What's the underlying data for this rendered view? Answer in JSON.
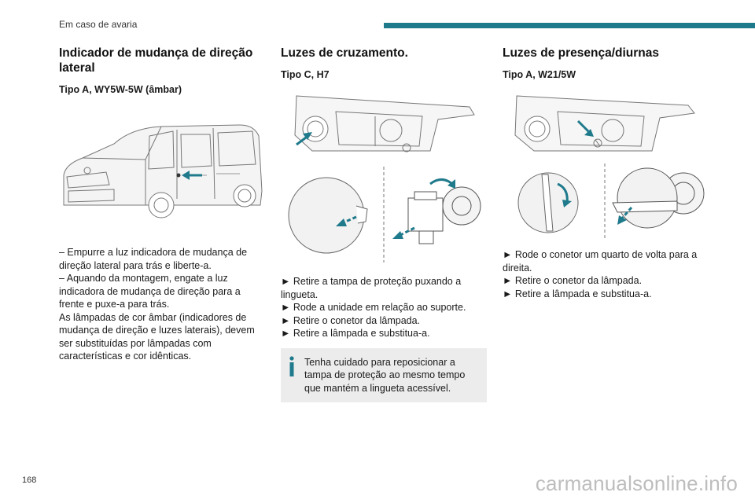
{
  "header": {
    "section": "Em caso de avaria"
  },
  "page_number": "168",
  "watermark": "carmanualsonline.info",
  "colors": {
    "accent": "#1f7a8c",
    "note_bg": "#ececec"
  },
  "col1": {
    "title": "Indicador de mudança de direção lateral",
    "type": "Tipo A, WY5W-5W (âmbar)",
    "lines": [
      "– Empurre a luz indicadora de mudança de direção lateral para trás e liberte-a.",
      "– Aquando da montagem, engate a luz indicadora de mudança de direção para a frente e puxe-a para trás.",
      "As lâmpadas de cor âmbar (indicadores de mudança de direção e luzes laterais), devem ser substituídas por lâmpadas com características e cor idênticas."
    ]
  },
  "col2": {
    "title": "Luzes de cruzamento.",
    "type": "Tipo C, H7",
    "steps": [
      "► Retire a tampa de proteção puxando a lingueta.",
      "► Rode a unidade em relação ao suporte.",
      "► Retire o conetor da lâmpada.",
      "► Retire a lâmpada e substitua-a."
    ],
    "note": "Tenha cuidado para reposicionar a tampa de proteção ao mesmo tempo que mantém a lingueta acessível."
  },
  "col3": {
    "title": "Luzes de presença/diurnas",
    "type": "Tipo A, W21/5W",
    "steps": [
      "► Rode o conetor um quarto de volta para a direita.",
      "► Retire o conetor da lâmpada.",
      "► Retire a lâmpada e substitua-a."
    ]
  }
}
